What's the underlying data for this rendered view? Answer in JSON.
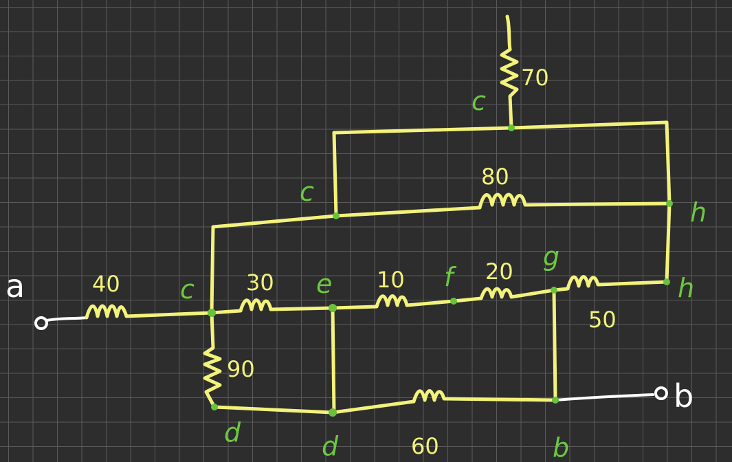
{
  "terminals": {
    "a": "a",
    "b": "b"
  },
  "resistors": {
    "r40": "40",
    "r30": "30",
    "r10": "10",
    "r20": "20",
    "r50": "50",
    "r70": "70",
    "r80": "80",
    "r90": "90",
    "r60": "60"
  },
  "nodes": {
    "c_top": "c",
    "c_mid": "c",
    "c_left": "c",
    "e": "e",
    "f": "f",
    "g": "g",
    "h_upper": "h",
    "h_lower": "h",
    "d_left": "d",
    "d_right": "d",
    "b_bottom": "b"
  },
  "colors": {
    "background": "#2d2d2e",
    "grid": "#5a5a5c",
    "wire": "#f3f27a",
    "node_label": "#6cc93f",
    "terminal": "#ffffff"
  }
}
